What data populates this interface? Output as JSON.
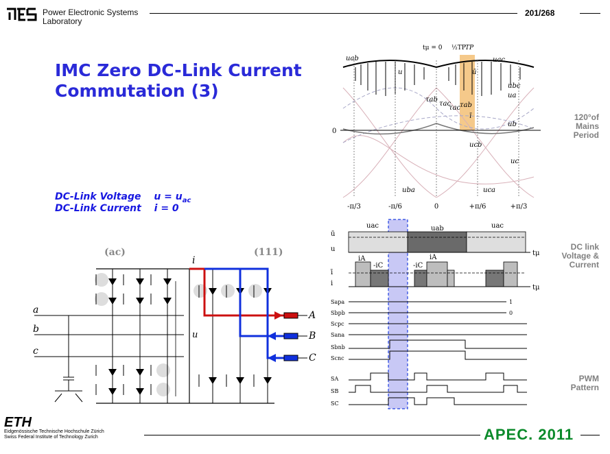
{
  "header": {
    "org_line1": "Power Electronic Systems",
    "org_line2": "Laboratory",
    "page": "201/268"
  },
  "title": {
    "line1": "IMC Zero DC-Link Current",
    "line2": "Commutation  (3)"
  },
  "labels": {
    "voltage_name": "DC-Link Voltage",
    "voltage_eq": "u = u",
    "voltage_sub": "ac",
    "current_name": "DC-Link Current",
    "current_eq": "i = 0"
  },
  "side_labels": {
    "mains_l1": "120°of",
    "mains_l2": "Mains",
    "mains_l3": "Period",
    "dclink_l1": "DC link",
    "dclink_l2": "Voltage &",
    "dclink_l3": "Current",
    "pwm_l1": "PWM",
    "pwm_l2": "Pattern"
  },
  "circuit": {
    "state_left": "(ac)",
    "state_right": "(111)",
    "node_a": "a",
    "node_b": "b",
    "node_c": "c",
    "node_A": "A",
    "node_B": "B",
    "node_C": "C",
    "current_i": "i",
    "voltage_u": "u",
    "colors": {
      "red_path": "#cc1010",
      "blue_path": "#1030dd"
    }
  },
  "top_plot": {
    "header_t": "tμ = 0",
    "header_tp_half": "½TP",
    "header_tp": "TP",
    "x_ticks": [
      "-π/3",
      "-π/6",
      "0",
      "+π/6",
      "+π/3"
    ],
    "zero_label": "0",
    "curve_labels": [
      "uab",
      "u",
      "ū",
      "uac",
      "ubc",
      "ua",
      "τab",
      "τac",
      "τac",
      "τab",
      "ī",
      "ub",
      "ucb",
      "uc",
      "uba",
      "uca"
    ],
    "highlight_color": "#f5c98a"
  },
  "dc_plot": {
    "labels": [
      "ū",
      "u",
      "ī",
      "i",
      "tμ",
      "tμ",
      "uac",
      "uab",
      "uac",
      "iA",
      "-iC",
      "-iC",
      "iA"
    ],
    "highlight_color": "#c8c8f5"
  },
  "pwm": {
    "signals": [
      "Sapa",
      "Sbpb",
      "Scpc",
      "Sana",
      "Sbnb",
      "Scnc",
      "SA",
      "SB",
      "SC"
    ],
    "level_high": "1",
    "level_low": "0"
  },
  "footer": {
    "eth": "ETH",
    "eth_sub1": "Eidgenössische Technische Hochschule Zürich",
    "eth_sub2": "Swiss Federal Institute of Technology Zurich",
    "apec": "APEC. 2011"
  }
}
